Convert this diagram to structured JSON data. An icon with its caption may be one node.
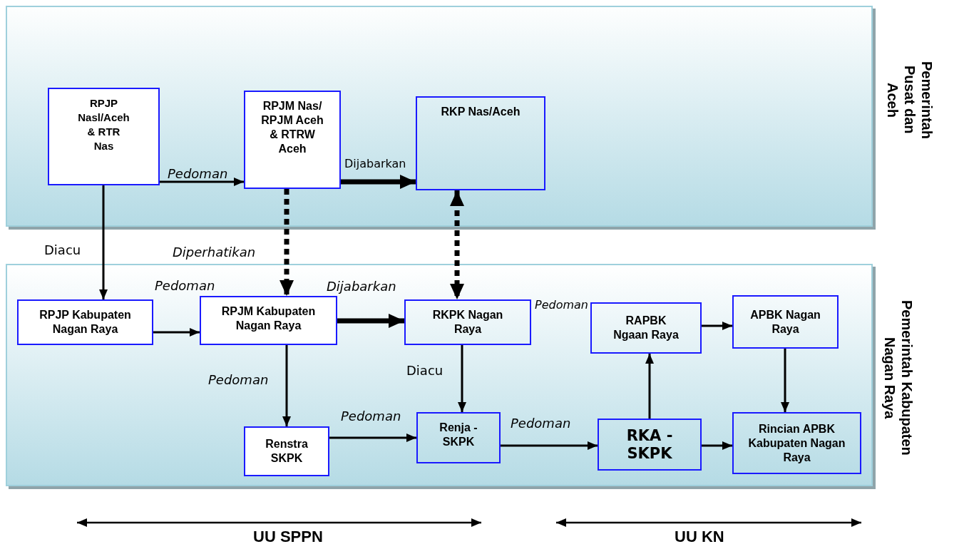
{
  "diagram": {
    "nodes": [
      {
        "text": [
          "Pemerintah Pusat dan Aceh"
        ]
      },
      {
        "text": [
          "RPJP Nasl/Aceh & RTR Nas"
        ],
        "in": 0
      },
      {
        "text": [
          "RPJM Nas/ RPJM Aceh & RTRW Aceh"
        ],
        "in": 0
      },
      {
        "text": [
          "RKP Nas/Aceh"
        ],
        "in": 0
      },
      {
        "text": [
          "Pemerintah Kabupaten Nagan Raya"
        ]
      },
      {
        "text": [
          "RPJP Kabupaten Nagan Raya"
        ],
        "in": 4
      },
      {
        "text": [
          "RPJM Kabupaten Nagan Raya"
        ],
        "in": 4
      },
      {
        "text": [
          "RKPK Nagan Raya"
        ],
        "in": 4
      },
      {
        "text": [
          "RAPBK Ngaan Raya"
        ],
        "in": 4
      },
      {
        "text": [
          "APBK Nagan Raya"
        ],
        "in": 4
      },
      {
        "text": [
          "Renstra SKPK"
        ],
        "in": 4
      },
      {
        "text": [
          "Renja - SKPK"
        ],
        "in": 4
      },
      {
        "text": [
          "RKA - SKPK"
        ],
        "in": 4
      },
      {
        "text": [
          "Rincian APBK Kabupaten Nagan Raya"
        ],
        "in": 4
      }
    ],
    "edges": [
      {
        "from": 1,
        "to": 2,
        "arrow": "to",
        "label": "Pedoman"
      },
      {
        "from": 2,
        "to": 3,
        "arrow": "to",
        "label": "Dijabarkan",
        "style": "thick"
      },
      {
        "from": 1,
        "to": 5,
        "arrow": "to",
        "label": "Diacu"
      },
      {
        "from": 2,
        "to": 6,
        "arrow": "to",
        "label": "Diperhatikan",
        "style": "dashed"
      },
      {
        "from": 3,
        "to": 7,
        "arrow": "both",
        "style": "dashed"
      },
      {
        "from": 5,
        "to": 6,
        "arrow": "to",
        "label": "Pedoman"
      },
      {
        "from": 6,
        "to": 7,
        "arrow": "to",
        "label": "Dijabarkan",
        "style": "thick"
      },
      {
        "from": 6,
        "to": 10,
        "arrow": "to",
        "label": "Pedoman"
      },
      {
        "from": 7,
        "to": 11,
        "arrow": "to",
        "label": "Diacu"
      },
      {
        "from": 10,
        "to": 11,
        "arrow": "to",
        "label": "Pedoman"
      },
      {
        "from": 11,
        "to": 12,
        "arrow": "to",
        "label": "Pedoman"
      },
      {
        "from": 12,
        "to": 8,
        "arrow": "to"
      },
      {
        "from": 8,
        "to": 9,
        "arrow": "to"
      },
      {
        "from": 9,
        "to": 13,
        "arrow": "to"
      },
      {
        "from": 12,
        "to": 13,
        "arrow": "to"
      }
    ],
    "labels": [
      "Pedoman",
      "UU SPPN",
      "UU KN"
    ]
  }
}
